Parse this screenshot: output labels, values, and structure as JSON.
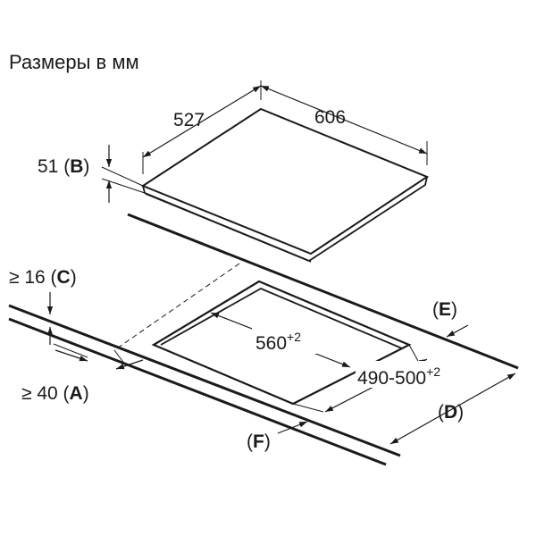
{
  "caption": "Размеры в мм",
  "hob": {
    "width": "527",
    "depth": "606",
    "height": "51",
    "height_ref": "B"
  },
  "cutout": {
    "width_base": "560",
    "width_tol": "+2",
    "depth_base": "490-500",
    "depth_tol": "+2"
  },
  "clearances": {
    "c_value": "≥ 16",
    "c_ref": "C",
    "a_value": "≥ 40",
    "a_ref": "A",
    "d_ref": "D",
    "e_ref": "E",
    "f_ref": "F"
  },
  "colors": {
    "ink": "#1a1a1a",
    "background": "#ffffff"
  }
}
